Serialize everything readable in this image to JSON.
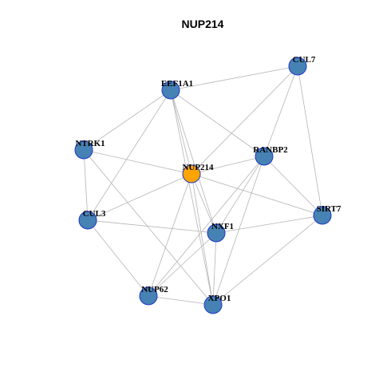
{
  "title": "NUP214",
  "colors": {
    "center_node": "#FFA500",
    "node": "#4682B4",
    "node_border": "#1F36C8",
    "edge": "#B4B4B4"
  },
  "nodes": [
    {
      "id": "NUP214",
      "label": "NUP214",
      "center": true
    },
    {
      "id": "EEF1A1",
      "label": "EEF1A1"
    },
    {
      "id": "CUL7",
      "label": "CUL7"
    },
    {
      "id": "NTRK1",
      "label": "NTRK1"
    },
    {
      "id": "RANBP2",
      "label": "RANBP2"
    },
    {
      "id": "SIRT7",
      "label": "SIRT7"
    },
    {
      "id": "CUL3",
      "label": "CUL3"
    },
    {
      "id": "NXF1",
      "label": "NXF1"
    },
    {
      "id": "NUP62",
      "label": "NUP62"
    },
    {
      "id": "XPO1",
      "label": "XPO1"
    }
  ],
  "edges": [
    [
      "EEF1A1",
      "CUL7"
    ],
    [
      "EEF1A1",
      "NTRK1"
    ],
    [
      "EEF1A1",
      "NUP214"
    ],
    [
      "EEF1A1",
      "RANBP2"
    ],
    [
      "EEF1A1",
      "CUL3"
    ],
    [
      "EEF1A1",
      "NXF1"
    ],
    [
      "EEF1A1",
      "XPO1"
    ],
    [
      "CUL7",
      "NUP214"
    ],
    [
      "CUL7",
      "RANBP2"
    ],
    [
      "CUL7",
      "SIRT7"
    ],
    [
      "NTRK1",
      "NUP214"
    ],
    [
      "NTRK1",
      "CUL3"
    ],
    [
      "NTRK1",
      "XPO1"
    ],
    [
      "NUP214",
      "RANBP2"
    ],
    [
      "NUP214",
      "CUL3"
    ],
    [
      "NUP214",
      "NXF1"
    ],
    [
      "NUP214",
      "NUP62"
    ],
    [
      "NUP214",
      "XPO1"
    ],
    [
      "NUP214",
      "SIRT7"
    ],
    [
      "RANBP2",
      "SIRT7"
    ],
    [
      "RANBP2",
      "NXF1"
    ],
    [
      "RANBP2",
      "NUP62"
    ],
    [
      "RANBP2",
      "XPO1"
    ],
    [
      "CUL3",
      "NXF1"
    ],
    [
      "CUL3",
      "NUP62"
    ],
    [
      "SIRT7",
      "NXF1"
    ],
    [
      "SIRT7",
      "XPO1"
    ],
    [
      "NXF1",
      "NUP62"
    ],
    [
      "NXF1",
      "XPO1"
    ],
    [
      "NUP62",
      "XPO1"
    ]
  ]
}
